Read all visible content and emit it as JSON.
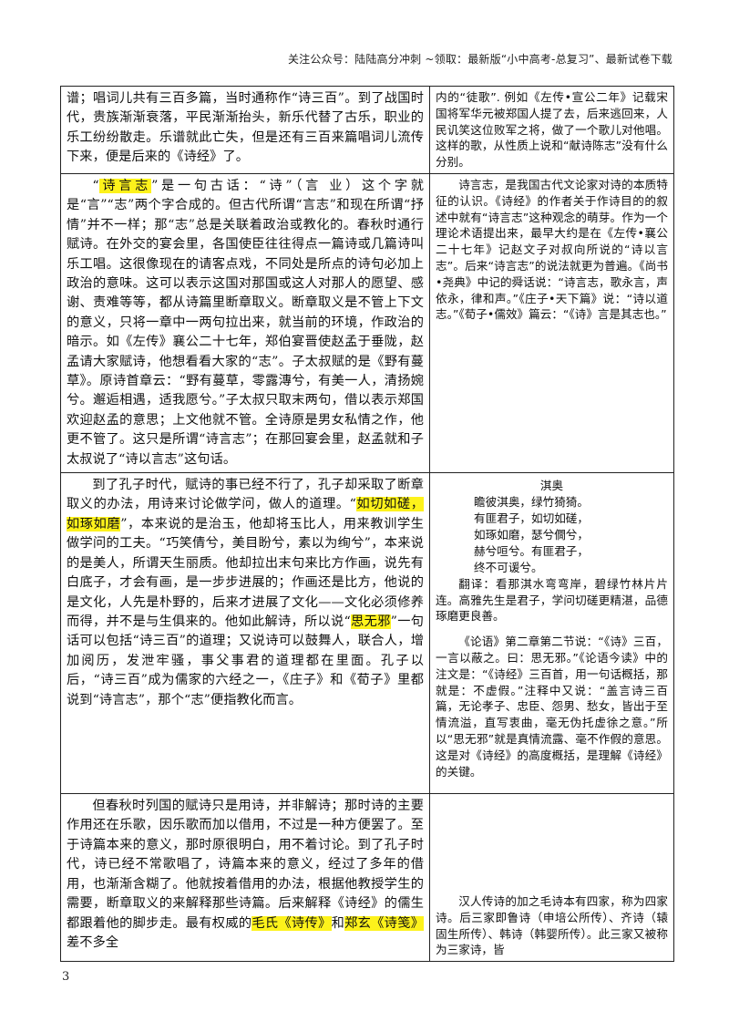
{
  "header": {
    "text": "关注公众号：陆陆高分冲刺 ~领取：最新版“小中高考-总复习”、最新试卷下载"
  },
  "rows": [
    {
      "main": [
        {
          "text": "谱；唱词儿共有三百多篇，当时通称作“诗三百”。到了战国时代，贵族渐渐衰落，平民渐渐抬头，新乐代替了古乐，职业的乐工纷纷散走。乐谱就此亡失，但是还有三百来篇唱词儿流传下来，便是后来的《诗经》了。"
        }
      ],
      "note": [
        {
          "text": "内的“徒歌”. 例如《左传•宣公二年》记载宋国将军华元被郑国人提了去，后来逃回来，人民讥笑这位败军之将，做了一个歌儿对他唱。这样的歌，从性质上说和“献诗陈志”没有什么分别。"
        }
      ]
    },
    {
      "main_pre": "“",
      "main_hl1": "诗言志",
      "main_p1": "”是一句古话：“诗”（言 业）这个字就是“言”“志”两个字合成的。但古代所谓“言志”和现在所谓“抒情”并不一样；那“志”总是关联着政治或教化的。春秋时通行赋诗。在外交的宴会里，各国使臣往往得点一篇诗或几篇诗叫乐工唱。这很像现在的请客点戏，不同处是所点的诗句必加上政治的意味。这可以表示这国对那国或这人对那人的愿望、感谢、责难等等，都从诗篇里断章取义。断章取义是不管上下文的意义，只将一章中一两句拉出来，就当前的环境，作政治的暗示。如《左传》襄公二十七年，郑伯宴晋使赵孟于垂陇，赵孟请大家赋诗，他想看看大家的“志”。子太叔赋的是《野有蔓草》。原诗首章云：“野有蔓草，零露漙兮，有美一人，清扬婉兮。邂逅相遇，适我愿兮。”子太叔只取末两句，借以表示郑国欢迎赵孟的意思；上文他就不管。全诗原是男女私情之作，他更不管了。这只是所谓“诗言志”；在那回宴会里，赵孟就和子太叔说了“诗以言志”这句话。",
      "note": [
        {
          "text": "诗言志，是我国古代文论家对诗的本质特征的认识。《诗经》的作者关于作诗目的的叙述中就有“诗言志”这种观念的萌芽。作为一个理论术语提出来，最早大约是在《左传•襄公二十七年》记赵文子对叔向所说的“诗以言志”。后来“诗言志”的说法就更为普遍。《尚书•尧典》中记的舜话说：“诗言志，歌永言，声依永，律和声。”《庄子•天下篇》说：“诗以道志。”《荀子•儒效》篇云：“《诗》言是其志也。”"
        }
      ]
    },
    {
      "main_p0": "到了孔子时代，赋诗的事已经不行了，孔子却采取了断章取义的办法，用诗来讨论做学问，做人的道理。“",
      "main_hl1": "如切如磋，如琢如磨",
      "main_p1": "”，本来说的是治玉，他却将玉比人，用来教训学生做学问的工夫。“巧笑倩兮，美目盼兮，素以为绚兮”，本来说的是美人，所谓天生丽质。他却拉出末句来比方作画，说先有白底子，才会有画，是一步步进展的；作画还是比方，他说的是文化，人先是朴野的，后来才进展了文化——文化必须修养而得，并不是与生俱来的。他如此解诗，所以说“",
      "main_hl2": "思无邪",
      "main_p2": "”一句话可以包括“诗三百”的道理；又说诗可以鼓舞人，联合人，增加阅历，发泄牢骚，事父事君的道理都在里面。孔子以后，“诗三百”成为儒家的六经之一，《庄子》和《荀子》里都说到“诗言志”，那个“志”便指教化而言。",
      "poem_title": "淇奥",
      "poem_lines": [
        "瞻彼淇奥，绿竹猗猗。",
        "有匪君子，如切如磋，",
        "如琢如磨，瑟兮僩兮，",
        "赫兮咺兮。有匪君子，",
        "终不可谖兮。"
      ],
      "note_translation": "翻译：看那淇水弯弯岸，碧绿竹林片片连。高雅先生是君子，学问切磋更精湛，品德琢磨更良善。",
      "note_analects": "《论语》第二章第二节说：“《诗》三百，一言以蔽之。曰：思无邪。”《论语今读》中的注文是：“《诗经》三百首，用一句话概括，那就是：不虚假。”注释中又说：“盖言诗三百篇，无论孝子、忠臣、怨男、愁女，皆出于至情流溢，直写衷曲，毫无伪托虚徐之意。”所以“思无邪”就是真情流露、毫不作假的意思。这是对《诗经》的高度概括，是理解《诗经》的关键。"
    },
    {
      "main_p0": "但春秋时列国的赋诗只是用诗，并非解诗；那时诗的主要作用还在乐歌，因乐歌而加以借用，不过是一种方便罢了。至于诗篇本来的意义，那时原很明白，用不着讨论。到了孔子时代，诗已经不常歌唱了，诗篇本来的意义，经过了多年的借用，也渐渐含糊了。他就按着借用的办法，根据他教授学生的需要，断章取义的来解释那些诗篇。后来解释《诗经》的儒生都跟着他的脚步走。最有权威的",
      "main_hl1": "毛氏《诗传》",
      "main_and": "和",
      "main_hl2": "郑玄《诗笺》",
      "main_p1": "差不多全",
      "note": [
        {
          "text": "汉人传诗的加之毛诗本有四家，称为四家诗。后三家即鲁诗（申培公所传）、齐诗（辕固生所传）、韩诗（韩婴所传）。此三家又被称为三家诗，皆"
        }
      ]
    }
  ],
  "page_number": "3"
}
